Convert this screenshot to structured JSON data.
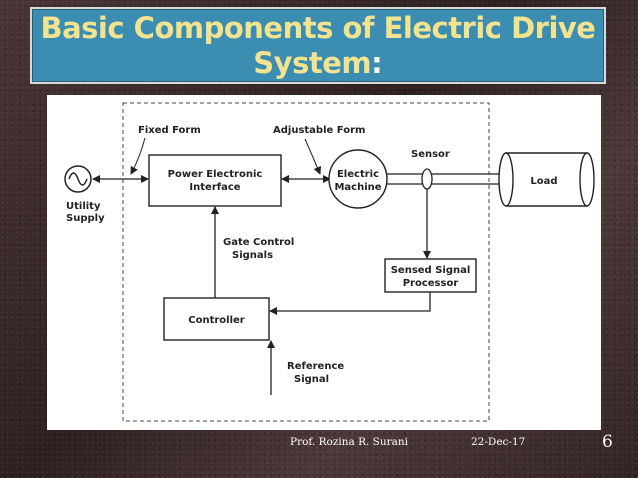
{
  "slide": {
    "title_main": "Basic Components of Electric Drive System",
    "title_colon": ":",
    "footer_author": "Prof. Rozina R. Surani",
    "footer_date": "22-Dec-17",
    "page_number": "6",
    "colors": {
      "title_bg": "#3b8db1",
      "title_text": "#f3e28e",
      "background": "#3b2a2a"
    }
  },
  "diagram": {
    "labels": {
      "fixed_form": "Fixed Form",
      "adjustable_form": "Adjustable Form",
      "sensor": "Sensor",
      "utility_supply_1": "Utility",
      "utility_supply_2": "Supply",
      "pei_1": "Power Electronic",
      "pei_2": "Interface",
      "electric_machine_1": "Electric",
      "electric_machine_2": "Machine",
      "load": "Load",
      "gate_control_1": "Gate Control",
      "gate_control_2": "Signals",
      "ssp_1": "Sensed Signal",
      "ssp_2": "Processor",
      "controller": "Controller",
      "reference_1": "Reference",
      "reference_2": "Signal"
    }
  }
}
